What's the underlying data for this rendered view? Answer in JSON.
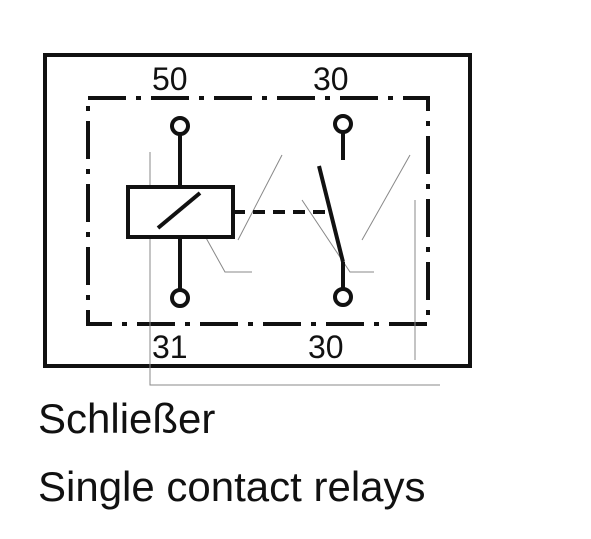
{
  "terminals": {
    "top_left": "50",
    "top_right": "30",
    "bottom_left": "31",
    "bottom_right": "30"
  },
  "captions": {
    "line1": "Schließer",
    "line2": "Single contact relays"
  }
}
